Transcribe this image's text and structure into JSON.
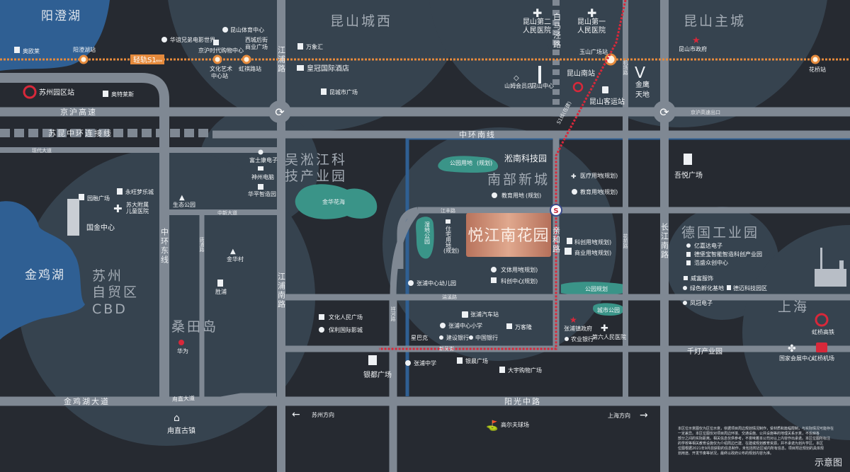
{
  "colors": {
    "background": "#262a31",
    "zone": "#36434f",
    "lake": "#2f5f93",
    "road": "#7f8893",
    "rail_s1": "#e58a3c",
    "rail_red": "#d8283a",
    "park": "#3a9488",
    "project": "#c9856a"
  },
  "regions": {
    "yangcheng_lake": "阳澄湖",
    "kunshan_west": "昆山城西",
    "kunshan_main": "昆山主城",
    "wusong_1": "吴淞江科",
    "wusong_2": "技产业园",
    "nanbu": "南部新城",
    "songnan": "淞南科技园",
    "cbd_1": "苏州",
    "cbd_2": "自贸区",
    "cbd_3": "CBD",
    "jinji_lake": "金鸡湖",
    "german_park": "德国工业园",
    "shanghai": "上海",
    "sangtian": "桑田岛",
    "qiandeng": "千灯产业园"
  },
  "roads": {
    "jinghu": "京沪高速",
    "suikun": "苏昆中环连接线",
    "zhonghuan_south": "中环南线",
    "yangguang": "阳光中路",
    "jinjihu_ave": "金鸡湖大道",
    "luzhi_ave": "甪直大道",
    "jinghu_exit": "京沪高速出口",
    "zhongxin": "中新大道",
    "jiangfeng": "江丰路",
    "tuanxi": "湍溪路",
    "xinwu": "新吴街",
    "jiangpu": "江浦路",
    "baimajing": "白马泾路",
    "jiangpu_south": "江浦南路",
    "qinhe": "亲和路",
    "changjiang_south": "长江南路",
    "zhonghuan_east": "中环东线",
    "xiandai": "现代大道",
    "tangpu": "唐浦路",
    "huaqiao": "花苑路",
    "jiyu": "机场路",
    "jihu": "祥河路"
  },
  "rail": {
    "line_label": "轻轨S1",
    "line_sub": "规划中",
    "stations": {
      "yangchenghu": "阳澄湖站",
      "wenhua": "文化艺术",
      "wenhua2": "中心站",
      "hongqi": "虹祺路站",
      "yushan": "玉山广场站",
      "huaqiao": "花桥站"
    },
    "red_line": "S1线(在建)"
  },
  "pois": {
    "aoxin": "奥欧莱",
    "huayi": "华谊兄弟电影世界",
    "sports": "昆山体育中心",
    "jinghu_mall": "京沪时代购物中心",
    "xicheng_1": "西城后街",
    "xicheng_2": "商业广场",
    "wanxianghui": "万象汇",
    "crown": "皇冠国际酒店",
    "kuncheng": "昆城市广场",
    "suzhou_park_station": "苏州园区站",
    "outlets": "奥特莱斯",
    "sams": "山姆会员店",
    "ks_center": "昆山中心",
    "hosp2_1": "昆山第二",
    "hosp2_2": "人民医院",
    "hosp1_1": "昆山第一",
    "hosp1_2": "人民医院",
    "ks_south": "昆山南站",
    "ks_bus": "昆山客运站",
    "golden_eagle_1": "金鹰",
    "golden_eagle_2": "天地",
    "ks_gov": "昆山市政府",
    "yuanrong": "园融广场",
    "aeon": "永旺梦乐城",
    "childrens_1": "苏大附属",
    "childrens_2": "儿童医院",
    "guojin": "国金中心",
    "eco_park": "生态公园",
    "foxconn": "富士康电子",
    "shenzhou": "神州电脑",
    "huaping": "华平智造园",
    "jinhua_village": "金华村",
    "shengpu": "胜浦",
    "huawei": "华为",
    "luzhi_town": "甪直古镇",
    "jinhua_flower": "金华花海",
    "park_land": "公园用地",
    "edu_land1": "教育用地",
    "medical_land": "医疗用地",
    "edu_land2": "教育用地",
    "wetland": "湿地公园",
    "residential": "住宅用地",
    "sci_land": "科创用地",
    "biz_land": "商业用地",
    "sport_land": "文体用地",
    "sci_center": "科创中心",
    "kindergarten": "张浦中心幼儿园",
    "park_plan": "公园规划",
    "city_park": "城市公园",
    "bus_station": "张浦汽车站",
    "primary": "张浦中心小学",
    "wankelong": "万客隆",
    "starbucks": "星巴克",
    "ccb": "建设银行",
    "boc": "中国银行",
    "town_gov": "张浦镇政府",
    "abc": "农业银行",
    "hosp6": "第六人民医院",
    "culture_square": "文化人民广场",
    "poly_cinema": "保利国际影城",
    "yindu": "银都广场",
    "middle_school": "张浦中学",
    "yinchen": "银晨广场",
    "dayu": "大宇购物广场",
    "to_suzhou": "苏州方向",
    "to_shanghai": "上海方向",
    "golf": "高尔夫球场",
    "wuyue": "吾悦广场",
    "yijiada": "亿嘉达电子",
    "debao": "德堡宝智能智造科创产业园",
    "haosheng": "浩盛众创中心",
    "weifu": "威富服饰",
    "green_incubator": "绿色孵化基地",
    "demai": "德迈科技园区",
    "fengguan": "凤冠电子",
    "hongqiao_rail": "虹桥高铁",
    "necc": "国家会展中心",
    "hongqiao_airport": "虹桥机场",
    "planned": "(规划)"
  },
  "project": {
    "name": "悦江南花园"
  },
  "footer": {
    "disclaimer": [
      "本区位示意图仅为区位示意，依据项目周边规划情况制作，受材质和篇幅限制，与实际情况可能存在",
      "一定差异。本区位图仅对项目周边环境、交通设施、公共设施等的地理关系示意，不反映各",
      "部分之间的实际距离。相关信息仅供参考，不意味着本公司对以上内容作出承诺。本区位图所标注",
      "的学校等相关教育设施仅为介绍周边已建、在建或规划教育资源，并不承诺为划片学区。本区",
      "位图根据2021年9月前获取的信息制作，未包括附近区域内所有信息。项目附近规划的具体规",
      "划用途、开发节奏等状况，最终以政府公布的规划内容为准。"
    ],
    "caption": "示意图"
  }
}
